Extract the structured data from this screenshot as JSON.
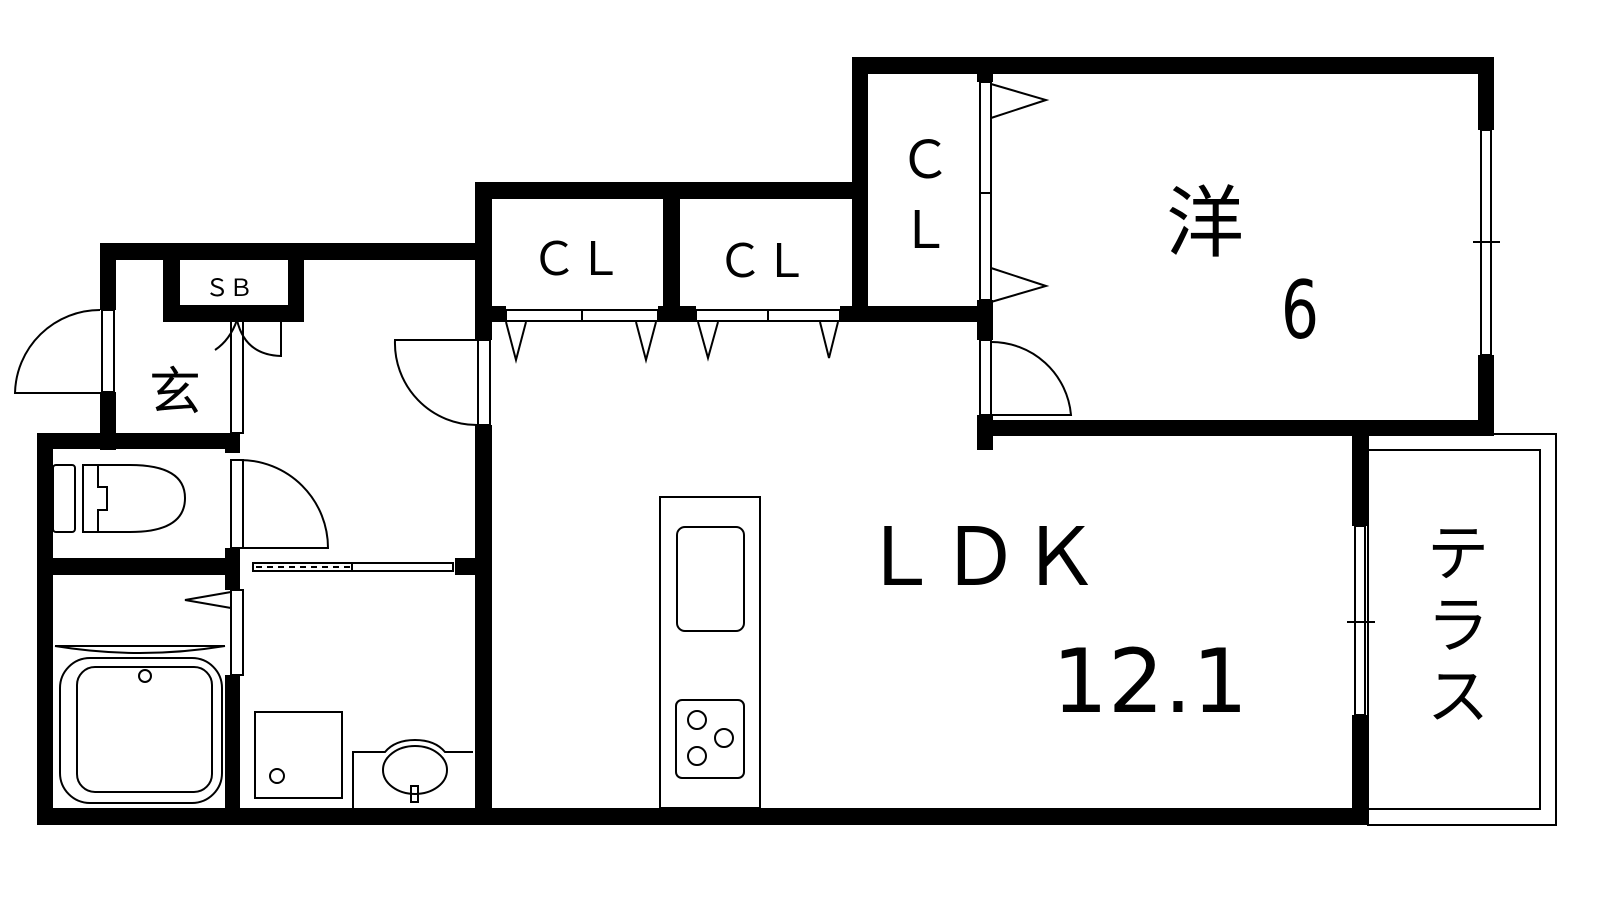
{
  "plan": {
    "rooms": {
      "entrance": "玄",
      "shoe_box": "ＳＢ",
      "closet_1": "ＣＬ",
      "closet_2": "ＣＬ",
      "closet_3_top": "Ｃ",
      "closet_3_bottom": "Ｌ",
      "western_room": "洋",
      "western_room_size": "6",
      "ldk": "ＬＤＫ",
      "ldk_size": "12.1",
      "terrace_1": "テ",
      "terrace_2": "ラ",
      "terrace_3": "ス"
    },
    "colors": {
      "wall": "#000000",
      "background": "#ffffff"
    }
  }
}
